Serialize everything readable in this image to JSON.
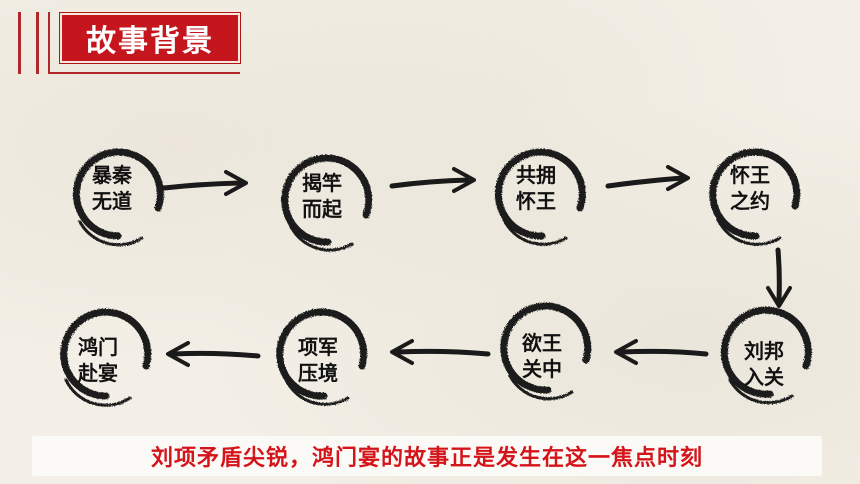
{
  "title": "故事背景",
  "nodes": [
    {
      "id": "n1",
      "line1": "暴秦",
      "line2": "无道"
    },
    {
      "id": "n2",
      "line1": "揭竿",
      "line2": "而起"
    },
    {
      "id": "n3",
      "line1": "共拥",
      "line2": "怀王"
    },
    {
      "id": "n4",
      "line1": "怀王",
      "line2": "之约"
    },
    {
      "id": "n5",
      "line1": "刘邦",
      "line2": "入关"
    },
    {
      "id": "n6",
      "line1": "欲王",
      "line2": "关中"
    },
    {
      "id": "n7",
      "line1": "项军",
      "line2": "压境"
    },
    {
      "id": "n8",
      "line1": "鸿门",
      "line2": "赴宴"
    }
  ],
  "footer": "刘项矛盾尖锐，鸿门宴的故事正是发生在这一焦点时刻",
  "colors": {
    "accent": "#c4161c",
    "ink": "#1a1a1a"
  }
}
